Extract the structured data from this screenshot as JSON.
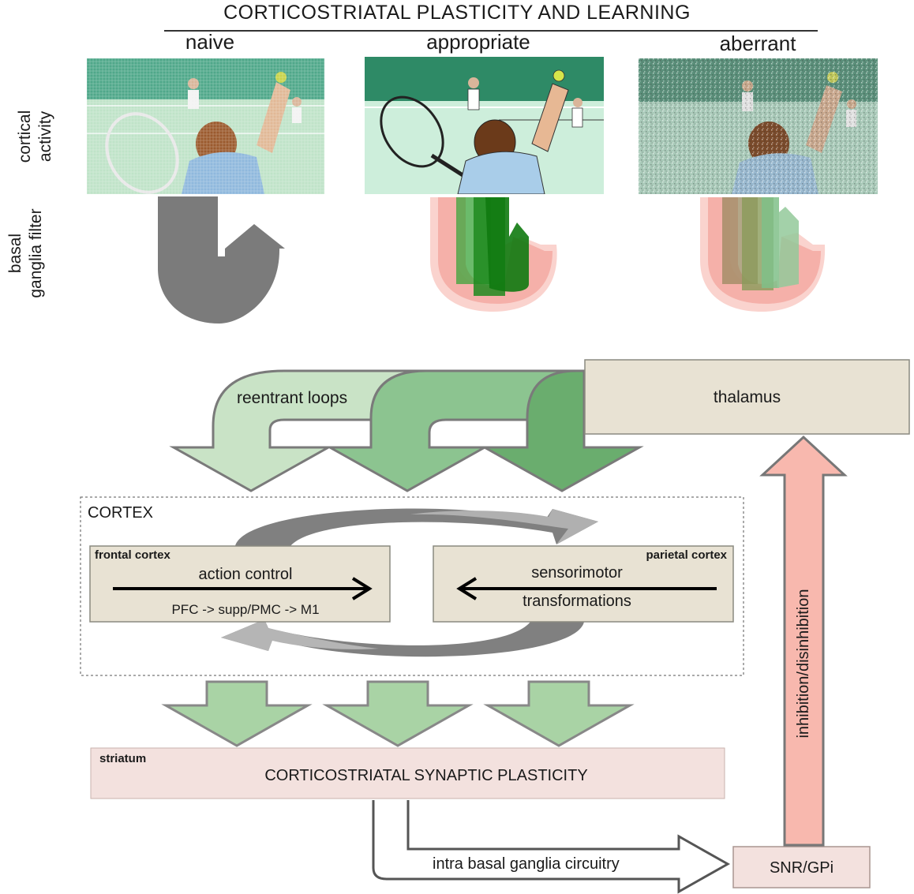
{
  "figure": {
    "title": "CORTICOSTRIATAL PLASTICITY AND LEARNING",
    "columns": [
      "naive",
      "appropriate",
      "aberrant"
    ],
    "rows": [
      "cortical activity",
      "basal ganglia filter"
    ]
  },
  "diagram": {
    "reentrant_loops": "reentrant loops",
    "thalamus": "thalamus",
    "cortex": "CORTEX",
    "frontal_cortex": {
      "region": "frontal cortex",
      "function": "action control",
      "pathway": "PFC -> supp/PMC -> M1"
    },
    "parietal_cortex": {
      "region": "parietal cortex",
      "function_line1": "sensorimotor",
      "function_line2": "transformations"
    },
    "striatum": {
      "region": "striatum",
      "label": "CORTICOSTRIATAL SYNAPTIC PLASTICITY"
    },
    "intra_bg": "intra basal ganglia circuitry",
    "snr_gpi": "SNR/GPi",
    "inhibition": "inhibition/disinhibition"
  },
  "colors": {
    "green_light": "#c9e3c6",
    "green_mid": "#8cc490",
    "green_dark": "#6aad6e",
    "gray_dark": "#7b7b7b",
    "gray_light": "#b5b5b5",
    "thalamus_fill": "#e8e2d3",
    "striatum_fill": "#f3e1de",
    "pink_arrow": "#f8b8ae",
    "filter_green": "#1e8a1e",
    "filter_pink": "#f4a7a0"
  }
}
